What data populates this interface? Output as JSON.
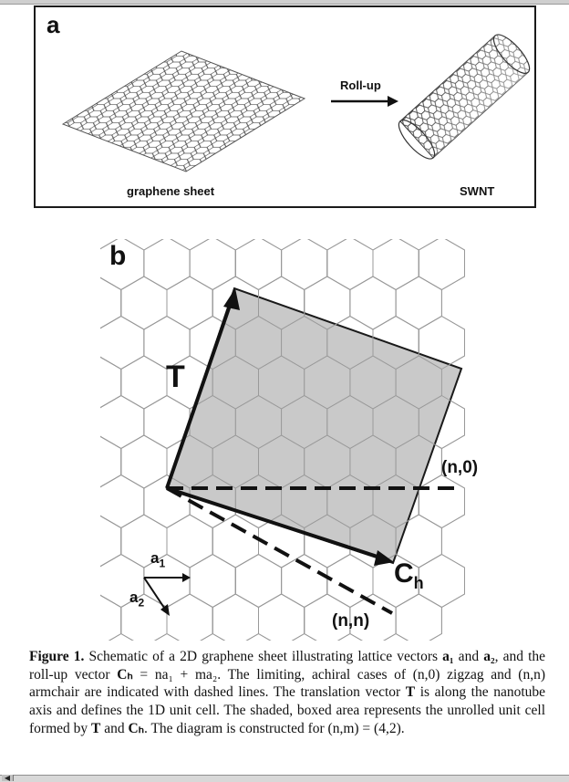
{
  "panel_a": {
    "letter": "a",
    "rollup_label": "Roll-up",
    "graphene_label": "graphene sheet",
    "swnt_label": "SWNT"
  },
  "panel_b": {
    "letter": "b",
    "t_label": "T",
    "n0_label": "(n,0)",
    "nn_label": "(n,n)",
    "ch_main": "C",
    "ch_sub": "h",
    "a1_main": "a",
    "a1_sub": "1",
    "a2_main": "a",
    "a2_sub": "2"
  },
  "caption": {
    "p1": "Figure 1.",
    "p2": "  Schematic of a 2D graphene sheet illustrating lattice vectors ",
    "p3": "a₁",
    "p4": " and ",
    "p5": "a₂",
    "p6": ", and the roll-up vector ",
    "p7": "Cₕ",
    "p8": " = na₁ + ma₂",
    "p9": ". The limiting, achiral cases of (n,0) zigzag and (n,n) armchair are indicated with dashed lines. The translation vector ",
    "p10": "T",
    "p11": " is along the nanotube axis and defines the 1D unit cell. The shaded, boxed area represents the unrolled unit cell formed by ",
    "p12": "T",
    "p13": " and ",
    "p14": "Cₕ",
    "p15": ". The diagram is constructed for (n,m) = (4,2)."
  },
  "colors": {
    "line": "#1a1a1a",
    "shade": "#c9c9c9",
    "hex_stroke": "#8a8a8a"
  },
  "icons": {
    "scroll_arrow": "left-arrow-icon"
  }
}
